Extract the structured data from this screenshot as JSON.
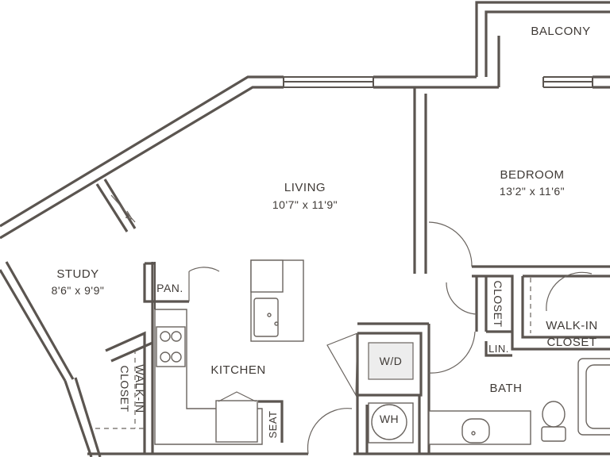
{
  "rooms": {
    "balcony": {
      "name": "BALCONY"
    },
    "living": {
      "name": "LIVING",
      "size": "10'7\" x 11'9\""
    },
    "bedroom": {
      "name": "BEDROOM",
      "size": "13'2\" x 11'6\""
    },
    "study": {
      "name": "STUDY",
      "size": "8'6\" x 9'9\""
    },
    "kitchen": {
      "name": "KITCHEN"
    },
    "bath": {
      "name": "BATH"
    },
    "pantry": {
      "name": "PAN."
    },
    "closet": {
      "name": "CLOSET"
    },
    "linen": {
      "name": "LIN."
    },
    "wd": {
      "name": "W/D"
    },
    "wh": {
      "name": "WH"
    },
    "seat": {
      "name": "SEAT"
    },
    "walkin_bedroom": {
      "line1": "WALK-IN",
      "line2": "CLOSET"
    },
    "walkin_study": {
      "line1": "WALK-IN",
      "line2": "CLOSET"
    }
  }
}
